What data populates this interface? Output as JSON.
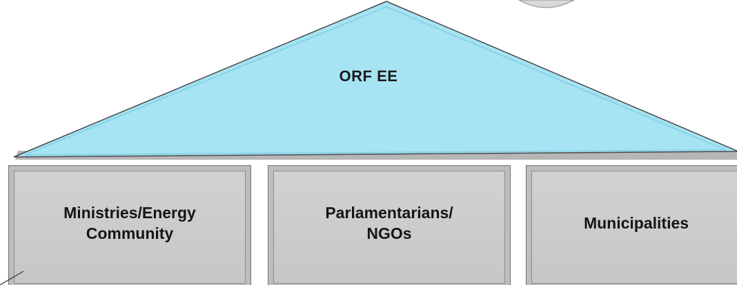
{
  "roof": {
    "label": "ORF EE",
    "fill": "#a6e3f3",
    "stroke": "#4a4a4a"
  },
  "pillars": [
    {
      "label": "Ministries/Energy\nCommunity"
    },
    {
      "label": "Parlamentarians/\nNGOs"
    },
    {
      "label": "Municipalities"
    }
  ],
  "colors": {
    "pillar_fill": "#cbcbcb",
    "pillar_border": "#6f6f6f"
  }
}
